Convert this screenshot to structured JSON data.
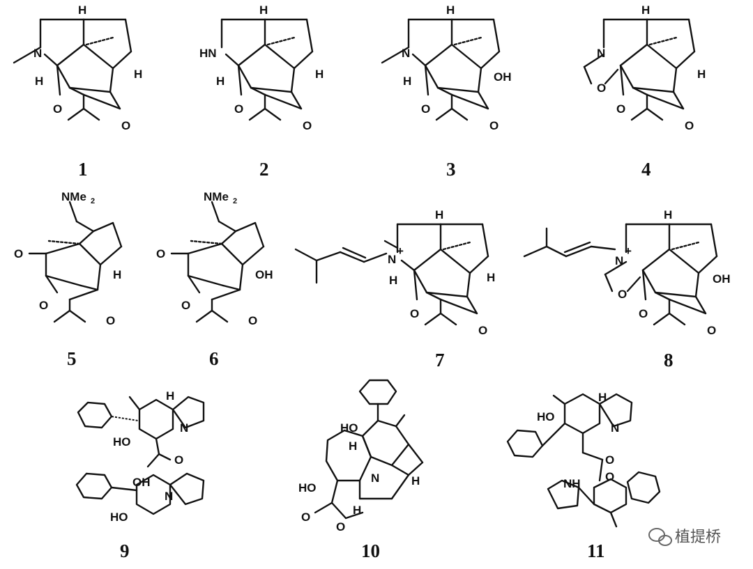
{
  "compounds": [
    {
      "id": "1",
      "atoms": {
        "h_top": "H",
        "n": "N",
        "h_left": "H",
        "h_right": "H",
        "o": "O",
        "o2": "O"
      }
    },
    {
      "id": "2",
      "atoms": {
        "h_top": "H",
        "n": "HN",
        "h_left": "H",
        "h_right": "H",
        "o": "O",
        "o2": "O"
      }
    },
    {
      "id": "3",
      "atoms": {
        "h_top": "H",
        "n": "N",
        "h_left": "H",
        "oh": "OH",
        "o": "O",
        "o2": "O"
      }
    },
    {
      "id": "4",
      "atoms": {
        "h_top": "H",
        "n": "N",
        "o_ring": "O",
        "h_right": "H",
        "o": "O",
        "o2": "O"
      }
    },
    {
      "id": "5",
      "atoms": {
        "nme": "NMe",
        "nme_sub": "2",
        "o_keto": "O",
        "h_right": "H",
        "o": "O",
        "o2": "O"
      }
    },
    {
      "id": "6",
      "atoms": {
        "nme": "NMe",
        "nme_sub": "2",
        "o_keto": "O",
        "oh": "OH",
        "o": "O",
        "o2": "O"
      }
    },
    {
      "id": "7",
      "atoms": {
        "h_top": "H",
        "n": "N",
        "charge": "+",
        "h_left": "H",
        "h_right": "H",
        "o": "O",
        "o2": "O"
      }
    },
    {
      "id": "8",
      "atoms": {
        "h_top": "H",
        "n": "N",
        "charge": "+",
        "o_ring": "O",
        "oh": "OH",
        "o": "O",
        "o2": "O"
      }
    },
    {
      "id": "9",
      "atoms": {
        "h1": "H",
        "n1": "N",
        "ho1": "HO",
        "o_c": "O",
        "oh2": "OH",
        "n2": "N",
        "ho2": "HO"
      }
    },
    {
      "id": "10",
      "atoms": {
        "ho1": "HO",
        "h1": "H",
        "h2": "H",
        "n": "N",
        "ho2": "HO",
        "h3": "H",
        "o1": "O",
        "o2": "O"
      }
    },
    {
      "id": "11",
      "atoms": {
        "h1": "H",
        "ho": "HO",
        "n1": "N",
        "o1": "O",
        "o2": "O",
        "nh": "NH"
      }
    }
  ],
  "watermark": {
    "icon": "wechat-icon",
    "text": "植提桥"
  }
}
